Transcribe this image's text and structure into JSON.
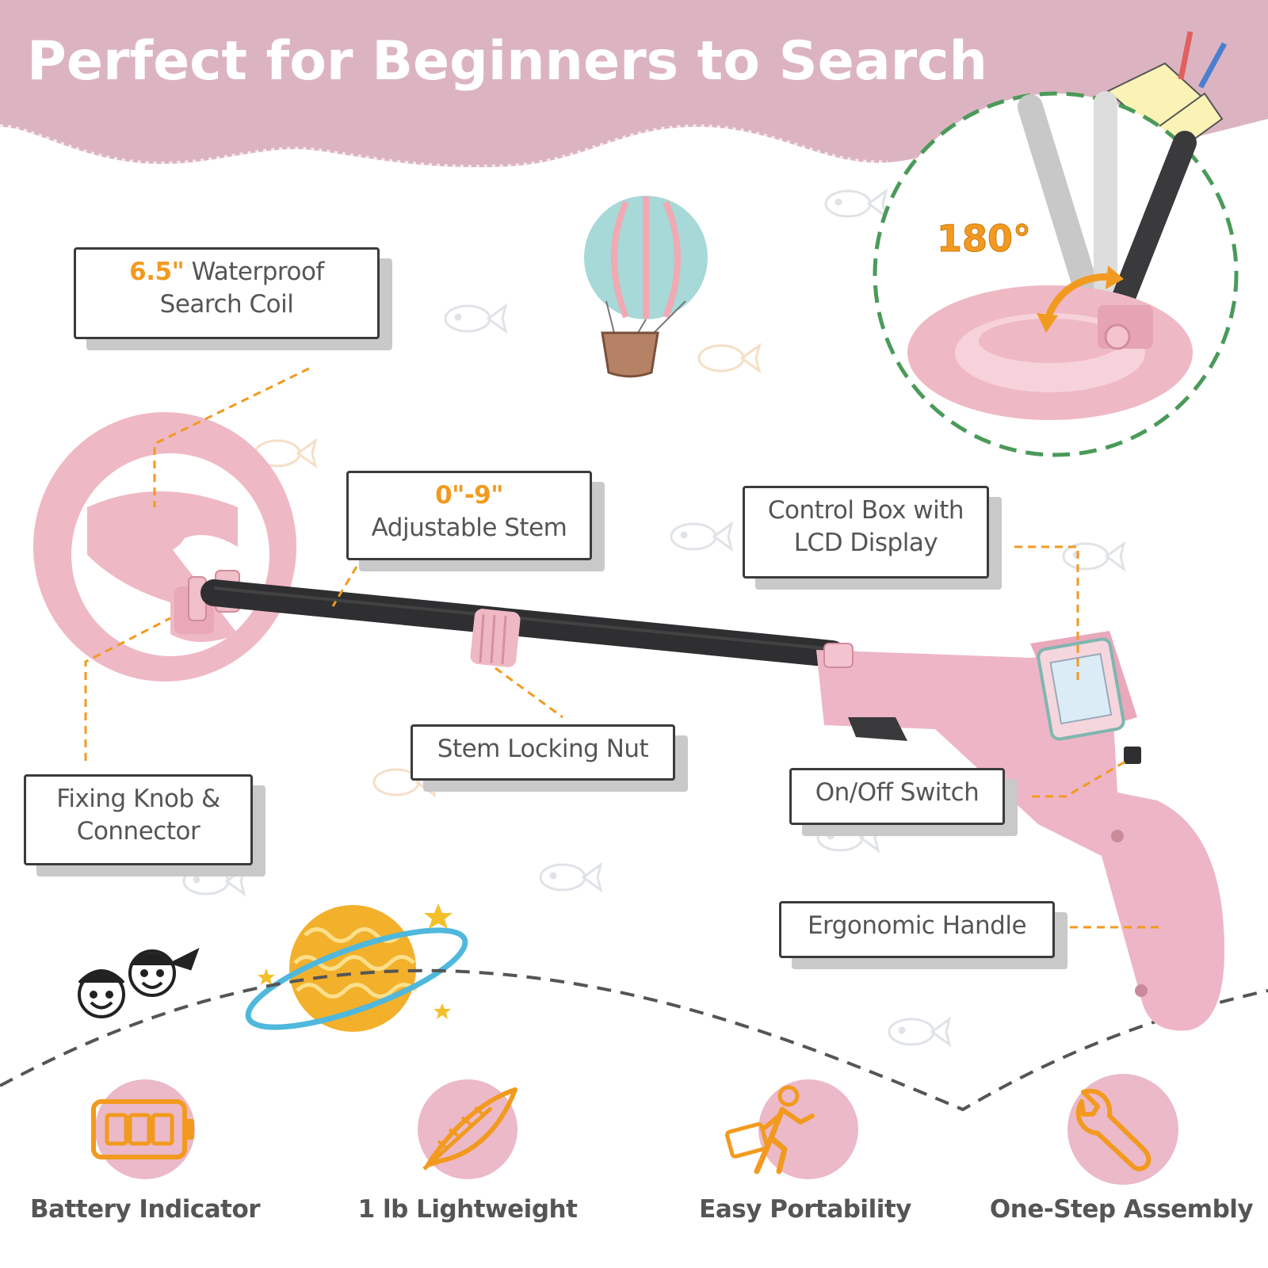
{
  "banner": {
    "title": "Perfect for Beginners to Search"
  },
  "rotation": {
    "angle_label": "180°"
  },
  "callouts": {
    "search_coil": {
      "accent": "6.5\"",
      "text": "Waterproof",
      "line2": "Search Coil"
    },
    "adjustable_stem": {
      "accent": "0\"-9\"",
      "line2": "Adjustable Stem"
    },
    "control_box": {
      "line1": "Control Box with",
      "line2": "LCD Display"
    },
    "stem_locking_nut": {
      "line1": "Stem Locking Nut"
    },
    "fixing_knob": {
      "line1": "Fixing Knob &",
      "line2": "Connector"
    },
    "on_off_switch": {
      "line1": "On/Off Switch"
    },
    "ergonomic_handle": {
      "line1": "Ergonomic Handle"
    }
  },
  "features": [
    {
      "label": "Battery Indicator",
      "icon": "battery-icon"
    },
    {
      "label": "1 lb Lightweight",
      "icon": "feather-icon"
    },
    {
      "label": "Easy Portability",
      "icon": "walking-person-icon"
    },
    {
      "label": "One-Step Assembly",
      "icon": "wrench-icon"
    }
  ],
  "colors": {
    "banner_pink": "#dcb4c1",
    "product_pink": "#eeb5c6",
    "accent_orange": "#f29a1f",
    "dashed_green": "#4a9a5a",
    "text_gray": "#555555"
  }
}
